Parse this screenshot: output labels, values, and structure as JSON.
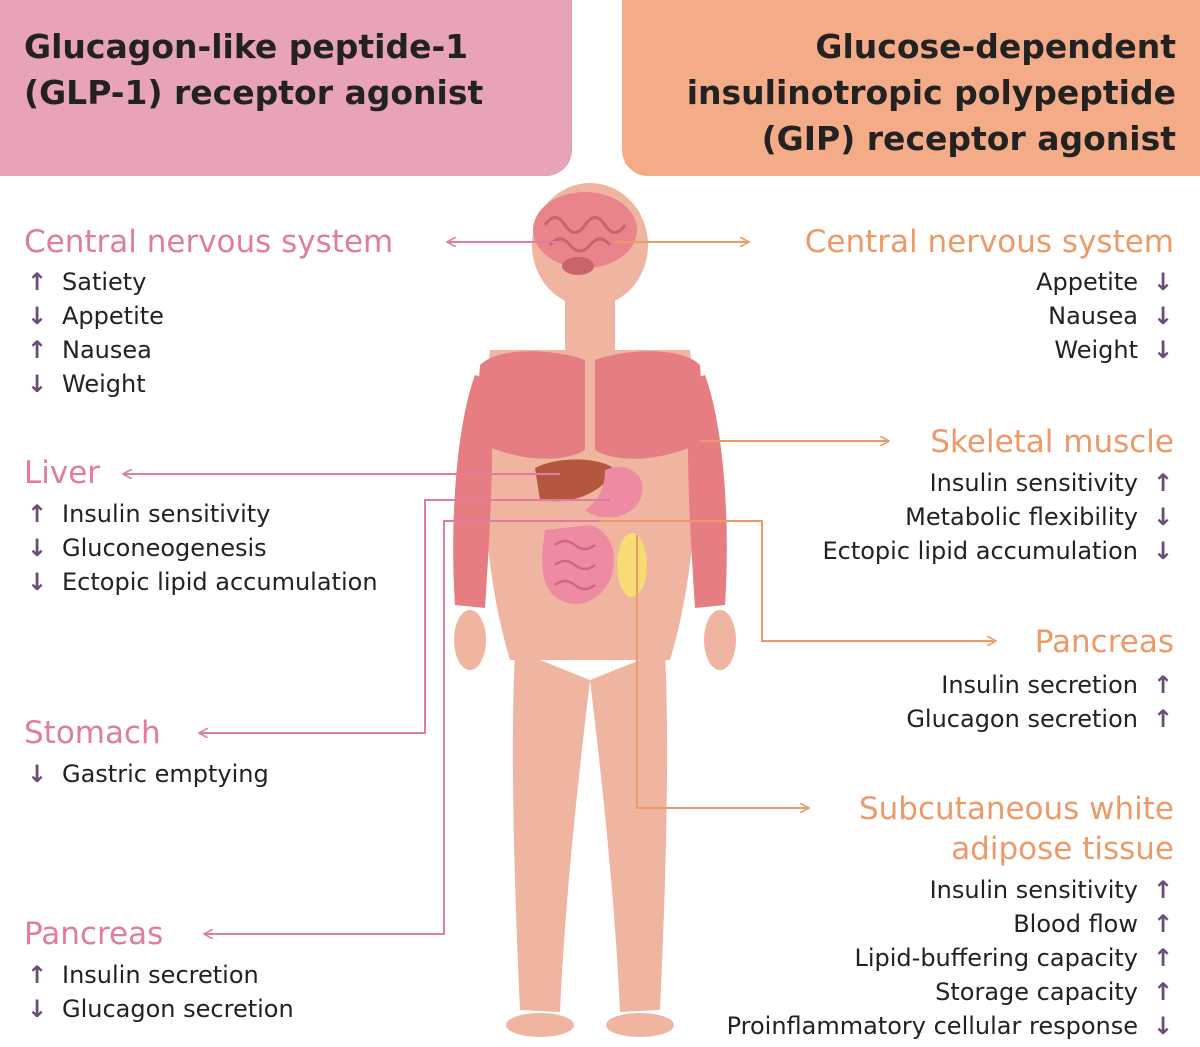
{
  "header": {
    "left_lines": [
      "Glucagon-like peptide-1",
      "(GLP-1) receptor agonist"
    ],
    "right_lines": [
      "Glucose-dependent",
      "insulinotropic polypeptide",
      "(GIP) receptor agonist"
    ]
  },
  "glp1": {
    "cns": {
      "title": "Central nervous system",
      "effects": [
        {
          "label": "Satiety",
          "arrow": "↑"
        },
        {
          "label": "Appetite",
          "arrow": "↓"
        },
        {
          "label": "Nausea",
          "arrow": "↑"
        },
        {
          "label": "Weight",
          "arrow": "↓"
        }
      ]
    },
    "liver": {
      "title": "Liver",
      "effects": [
        {
          "label": "Insulin sensitivity",
          "arrow": "↑"
        },
        {
          "label": "Gluconeogenesis",
          "arrow": "↓"
        },
        {
          "label": "Ectopic lipid accumulation",
          "arrow": "↓"
        }
      ]
    },
    "stomach": {
      "title": "Stomach",
      "effects": [
        {
          "label": "Gastric emptying",
          "arrow": "↓"
        }
      ]
    },
    "pancreas": {
      "title": "Pancreas",
      "effects": [
        {
          "label": "Insulin secretion",
          "arrow": "↑"
        },
        {
          "label": "Glucagon secretion",
          "arrow": "↓"
        }
      ]
    }
  },
  "gip": {
    "cns": {
      "title": "Central nervous system",
      "effects": [
        {
          "label": "Appetite",
          "arrow": "↓"
        },
        {
          "label": "Nausea",
          "arrow": "↓"
        },
        {
          "label": "Weight",
          "arrow": "↓"
        }
      ]
    },
    "muscle": {
      "title": "Skeletal muscle",
      "effects": [
        {
          "label": "Insulin sensitivity",
          "arrow": "↑"
        },
        {
          "label": "Metabolic flexibility",
          "arrow": "↓"
        },
        {
          "label": "Ectopic lipid accumulation",
          "arrow": "↓"
        }
      ]
    },
    "pancreas": {
      "title": "Pancreas",
      "effects": [
        {
          "label": "Insulin secretion",
          "arrow": "↑"
        },
        {
          "label": "Glucagon secretion",
          "arrow": "↑"
        }
      ]
    },
    "adipose": {
      "title_lines": [
        "Subcutaneous white",
        "adipose tissue"
      ],
      "effects": [
        {
          "label": "Insulin sensitivity",
          "arrow": "↑"
        },
        {
          "label": "Blood flow",
          "arrow": "↑"
        },
        {
          "label": "Lipid-buffering capacity",
          "arrow": "↑"
        },
        {
          "label": "Storage capacity",
          "arrow": "↑"
        },
        {
          "label": "Proinflammatory cellular response",
          "arrow": "↓"
        }
      ]
    }
  },
  "colors": {
    "glp1": "#e07d9e",
    "gip": "#ee9a68",
    "arrow": "#6d4c79",
    "header_left_bg": "#e8a3b6",
    "header_right_bg": "#f4ac88"
  }
}
